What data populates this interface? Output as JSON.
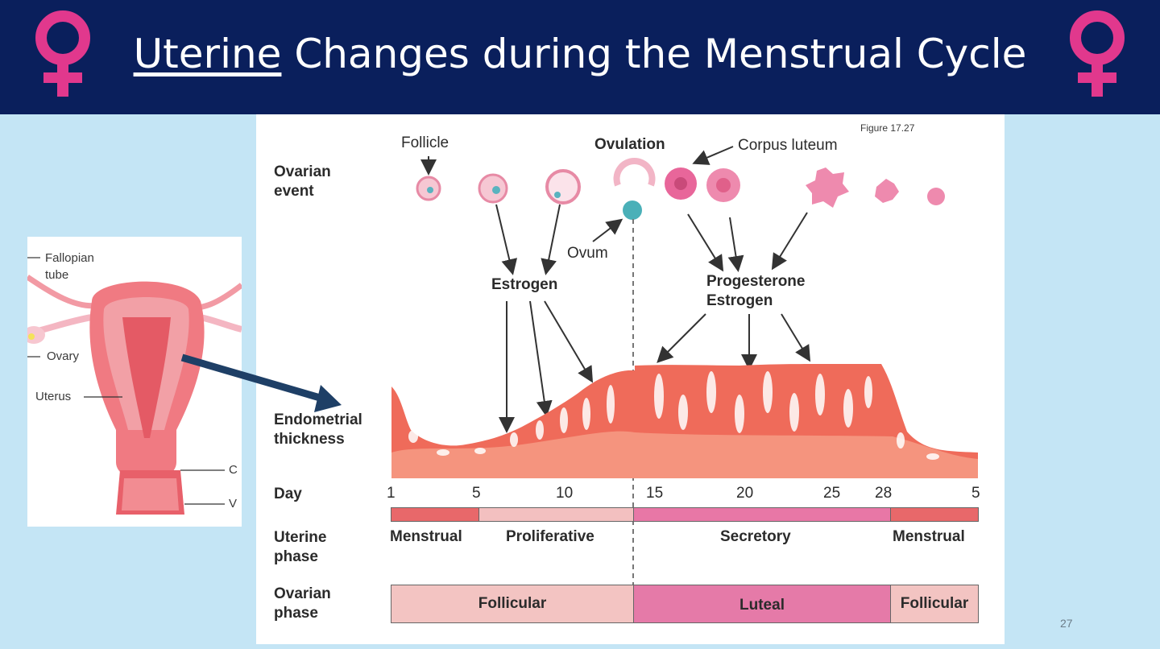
{
  "slide": {
    "title_underlined": "Uterine",
    "title_rest": " Changes during the Menstrual Cycle",
    "slide_number": "27",
    "accent_color": "#e1388d",
    "header_color": "#0a1f5c"
  },
  "anatomy": {
    "fallopian_tube": "Fallopian\ntube",
    "ovary": "Ovary",
    "uterus": "Uterus",
    "cervix_partial": "C",
    "vagina_partial": "V"
  },
  "figure": {
    "figure_ref": "Figure 17.27",
    "ovarian_event_label": "Ovarian\nevent",
    "follicle": "Follicle",
    "ovulation": "Ovulation",
    "corpus_luteum": "Corpus luteum",
    "ovum": "Ovum",
    "estrogen": "Estrogen",
    "progesterone": "Progesterone",
    "estrogen2": "Estrogen",
    "endometrial_label": "Endometrial\nthickness",
    "day_label": "Day",
    "days": [
      "1",
      "5",
      "10",
      "15",
      "20",
      "25",
      "28",
      "5"
    ],
    "uterine_phase_label": "Uterine\nphase",
    "uterine_phases": [
      "Menstrual",
      "Proliferative",
      "Secretory",
      "Menstrual"
    ],
    "ovarian_phase_label": "Ovarian\nphase",
    "ovarian_phases": [
      "Follicular",
      "Luteal",
      "Follicular"
    ]
  }
}
